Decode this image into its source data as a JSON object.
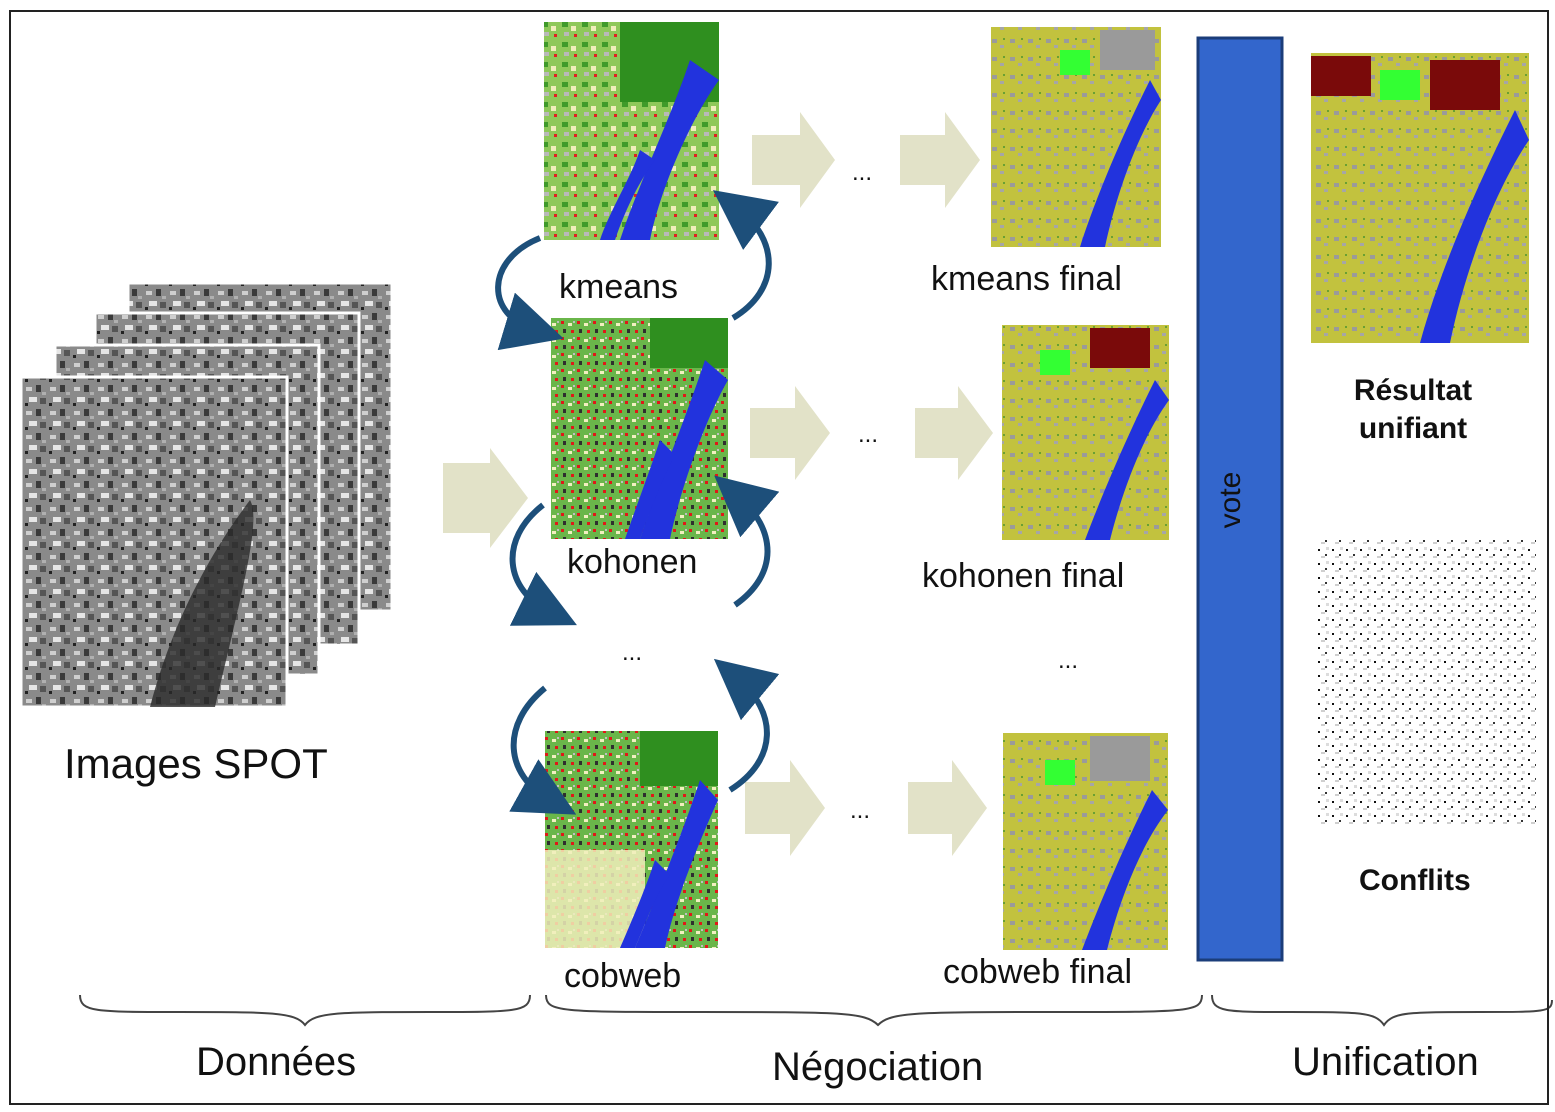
{
  "data_section": {
    "title": "Images SPOT",
    "label": "Données"
  },
  "negotiation": {
    "label": "Négociation",
    "methods": [
      {
        "name": "kmeans",
        "final": "kmeans final"
      },
      {
        "name": "kohonen",
        "final": "kohonen final"
      },
      {
        "name": "cobweb",
        "final": "cobweb final"
      }
    ],
    "ellipsis": "..."
  },
  "vote": {
    "label": "vote",
    "color": "#3366cc"
  },
  "unification": {
    "label": "Unification",
    "result": "Résultat\nunifiant",
    "conflicts": "Conflits"
  },
  "colors": {
    "arrow_fill": "#e2e2c8",
    "curved_arrow": "#1d4f7a",
    "water": "#2233dd",
    "vegetation": "#7cc64a",
    "urban": "#c8c847"
  }
}
